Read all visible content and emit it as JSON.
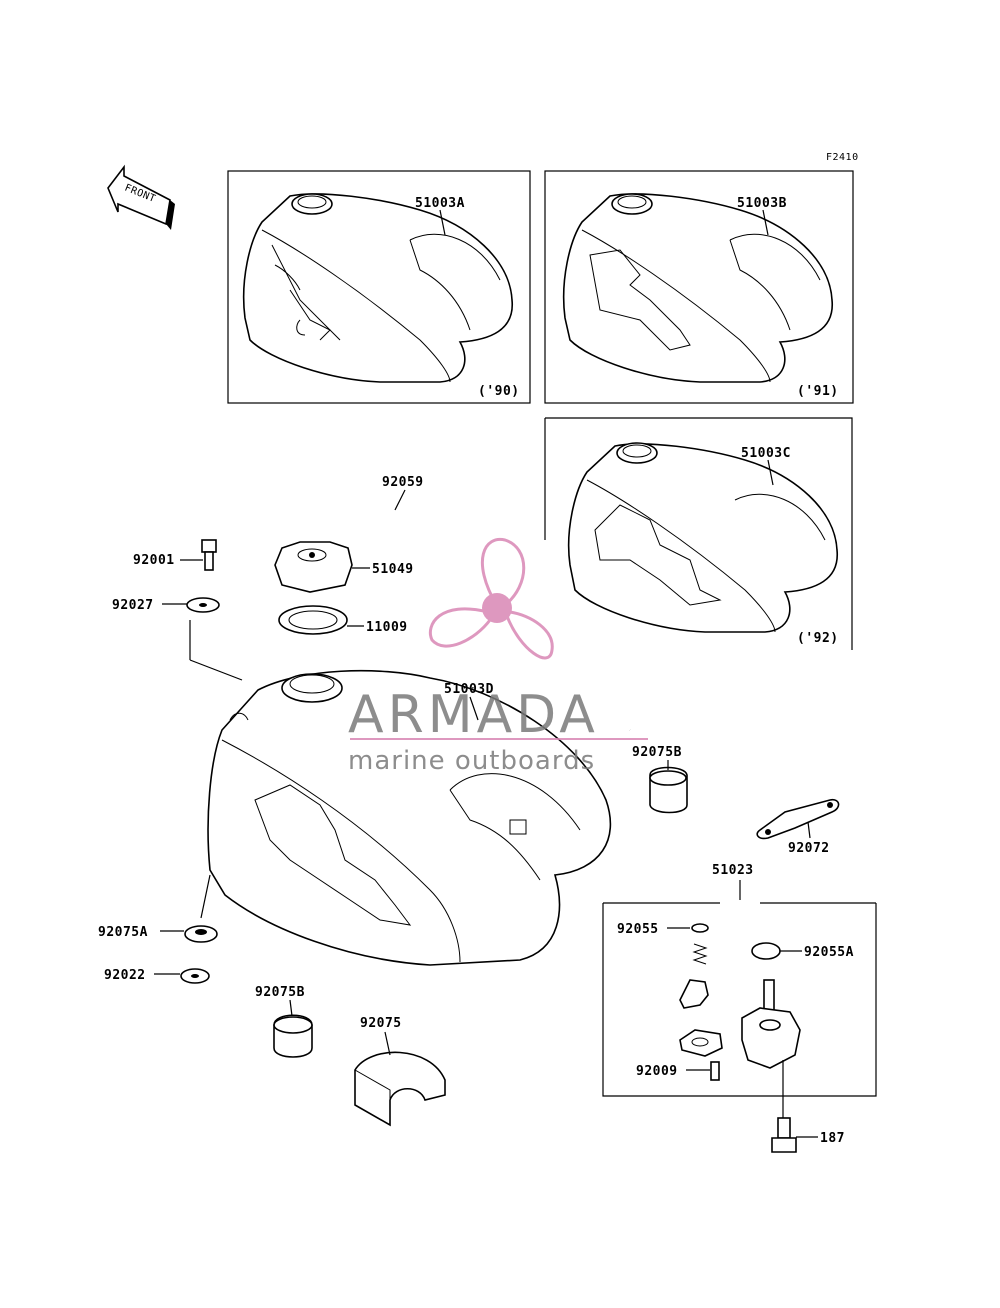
{
  "figure_code": "F2410",
  "front_arrow_label": "FRONT",
  "panels": {
    "tank_a": {
      "part": "51003A",
      "year": "('90)"
    },
    "tank_b": {
      "part": "51003B",
      "year": "('91)"
    },
    "tank_c": {
      "part": "51003C",
      "year": "('92)"
    }
  },
  "parts": {
    "breather_tube": "92059",
    "bolt": "92001",
    "washer_upper": "92027",
    "fuel_cap": "51049",
    "cap_gasket": "11009",
    "tank_d": "51003D",
    "damper_right": "92075B",
    "bracket": "92072",
    "fuel_cock": "51023",
    "o_ring": "92055",
    "o_ring_a": "92055A",
    "damper_a": "92075A",
    "washer_lower": "92022",
    "damper_left": "92075B",
    "damper_large": "92075",
    "screw": "92009",
    "bolt_cock": "187"
  },
  "watermark": {
    "brand": "ARMADA",
    "tagline": "marine outboards"
  },
  "colors": {
    "line": "#000000",
    "watermark_pink": "#d987b4",
    "watermark_gray": "#7a7a7a"
  }
}
